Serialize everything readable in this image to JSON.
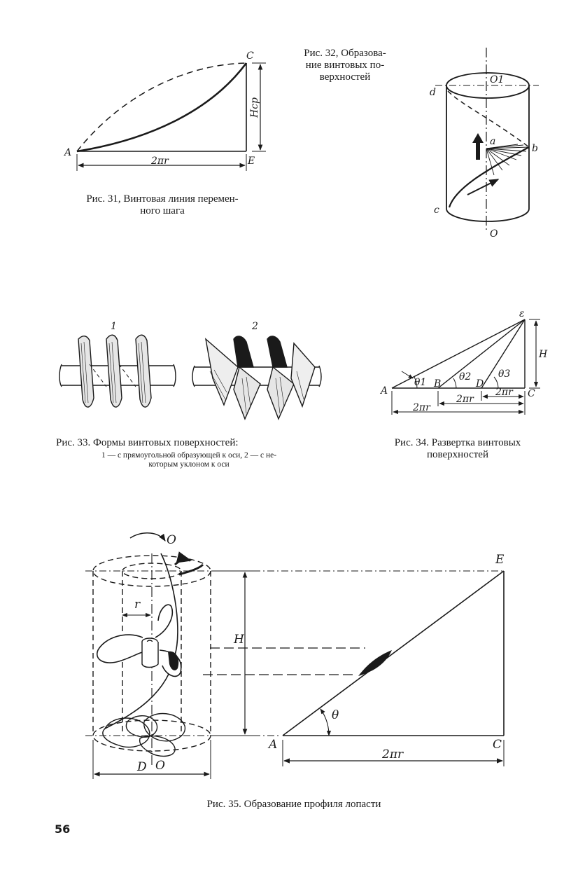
{
  "figures": {
    "fig31": {
      "caption": "Рис. 31, Винтовая линия перемен-\nного шага",
      "labels": {
        "A": "A",
        "C": "C",
        "E": "E",
        "H": "Hср",
        "base": "2πr"
      }
    },
    "fig32": {
      "caption": "Рис. 32, Образова-\nние винтовых по-\nверхностей",
      "labels": {
        "O1": "O1",
        "O": "O",
        "d": "d",
        "a": "a",
        "b": "b",
        "c": "c"
      }
    },
    "fig33": {
      "caption": "Рис. 33. Формы винтовых поверхностей:",
      "subcaption": "1 — с прямоугольной образующей к оси, 2 — с не-\nкоторым уклоном к оси",
      "labels": {
        "one": "1",
        "two": "2"
      }
    },
    "fig34": {
      "caption": "Рис. 34. Развертка винтовых\nповерхностей",
      "labels": {
        "A": "A",
        "B": "B",
        "D": "D",
        "C": "C",
        "E": "ε",
        "H": "H",
        "t1": "θ1",
        "t2": "θ2",
        "t3": "θ3",
        "b1": "2πr",
        "b2": "2πr",
        "b3": "2πr"
      }
    },
    "fig35": {
      "caption": "Рис. 35. Образование профиля лопасти",
      "labels": {
        "O_top": "O",
        "O_bot": "O",
        "r": "r",
        "H": "H",
        "D": "D",
        "E": "E",
        "A": "A",
        "C": "C",
        "theta": "θ",
        "base": "2πr"
      }
    }
  },
  "page_number": "56"
}
